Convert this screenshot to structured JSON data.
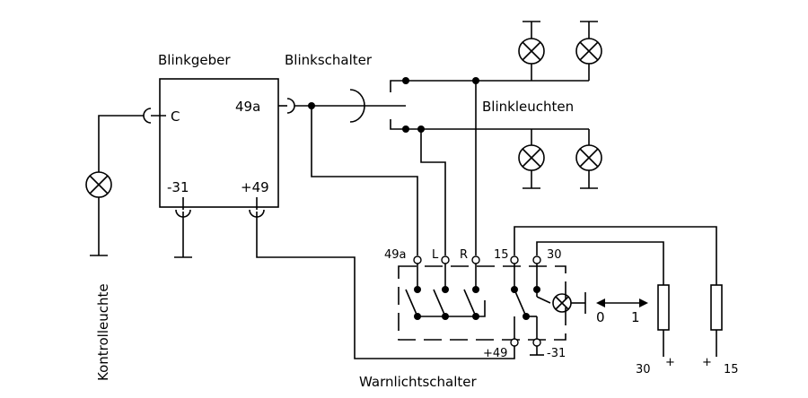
{
  "labels": {
    "blinkgeber": "Blinkgeber",
    "blinkschalter": "Blinkschalter",
    "blinkleuchten": "Blinkleuchten",
    "kontrollleuchte": "Kontrolleuchte",
    "warnlichtschalter": "Warnlichtschalter"
  },
  "terminals": {
    "c": "C",
    "t49a": "49a",
    "m31": "-31",
    "p49": "+49",
    "sw49a": "49a",
    "swL": "L",
    "swR": "R",
    "sw15": "15",
    "sw30": "30",
    "swP49": "+49",
    "swM31": "-31"
  },
  "switch_positions": {
    "off": "0",
    "on": "1"
  },
  "supply": {
    "t30": "30",
    "t30_sign": "+",
    "t15": "15",
    "t15_sign": "+"
  }
}
